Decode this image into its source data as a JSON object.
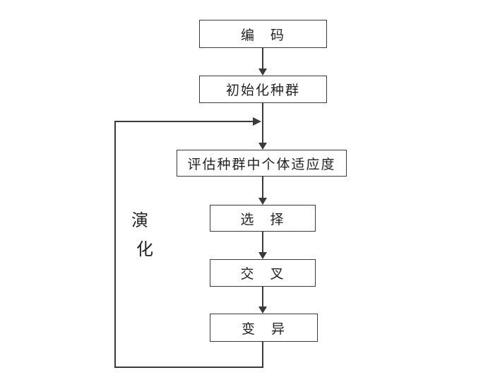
{
  "diagram": {
    "type": "flowchart",
    "colors": {
      "line": "#3a3a3a",
      "background": "#ffffff",
      "text": "#222222"
    },
    "nodes": [
      {
        "id": "encode",
        "label": "编　码"
      },
      {
        "id": "init-population",
        "label": "初始化种群"
      },
      {
        "id": "evaluate-fitness",
        "label": "评估种群中个体适应度"
      },
      {
        "id": "selection",
        "label": "选　择"
      },
      {
        "id": "crossover",
        "label": "交　叉"
      },
      {
        "id": "mutation",
        "label": "变　异"
      }
    ],
    "edges": [
      {
        "from": "encode",
        "to": "init-population",
        "arrow": true
      },
      {
        "from": "init-population",
        "to": "evaluate-fitness",
        "arrow": true
      },
      {
        "from": "evaluate-fitness",
        "to": "selection",
        "arrow": true
      },
      {
        "from": "selection",
        "to": "crossover",
        "arrow": true
      },
      {
        "from": "crossover",
        "to": "mutation",
        "arrow": true
      },
      {
        "from": "mutation",
        "to": "evaluate-fitness",
        "arrow": true,
        "kind": "feedback-loop"
      }
    ],
    "loop_label": {
      "char1": "演",
      "char2": "化"
    }
  }
}
